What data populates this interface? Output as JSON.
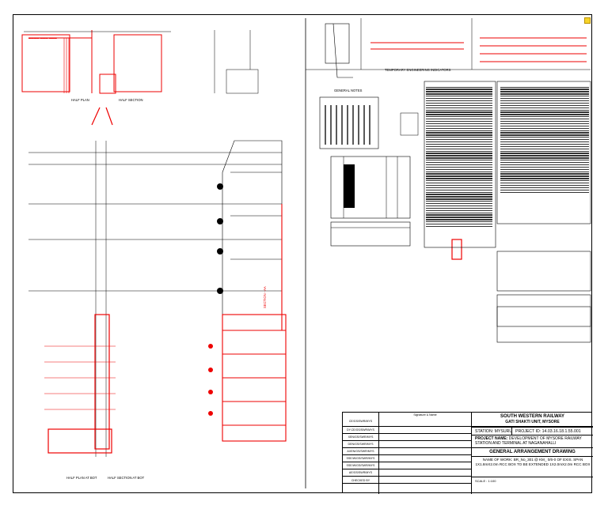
{
  "drawing": {
    "label_section_aa": "SECTION - AA",
    "label_half_plan": "HALF PLAN",
    "label_half_section": "HALF SECTION",
    "label_half_plan_bottom": "HALF PLAN AT BOT",
    "label_half_section_bottom": "HALF SECTION AT BOT",
    "temp_engg": "TEMPORARY ENGINEERING INDICATORS",
    "general_notes": "GENERAL NOTES"
  },
  "title_block": {
    "company": "SOUTH WESTERN RAILWAY",
    "unit": "GATI SHAKTI UNIT, MYSORE",
    "station": "STATION: MYSURU",
    "project_id": "PROJECT ID: 14.03.16.18.1.55.001",
    "project_name_label": "PROJECT NAME:",
    "project_name": "DEVELOPMENT OF MYSORE RAILWAY STATION AND TERMINAL AT NAGANAHALLI",
    "drawing_title": "GENERAL ARRANGEMENT DRAWING",
    "work_name": "NAME OF WORK: BR_No_301 @ KM_ 0/6-0 OF EXIS. SPAN 1X1.8mX2.0m RCC BOX TO BE EXTENDED 1X2.0mX2.0m RCC BOX",
    "scale": "SCALE : 1:100",
    "signature": "Signature & Name",
    "left_rows": [
      "CE/GS/SWR/MYS",
      "DY.CE/GS/SWR/MYS",
      "XEN/GS/SWR/MYS",
      "DEN/GS/SWR/MYS",
      "AXEN/GS/SWR/MYS",
      "SSE/W/GS/SWR/MYS",
      "SSE/W/GS/SWR/MYS",
      "AE/GS/SWR/MYS",
      "CHECKED BY"
    ]
  }
}
